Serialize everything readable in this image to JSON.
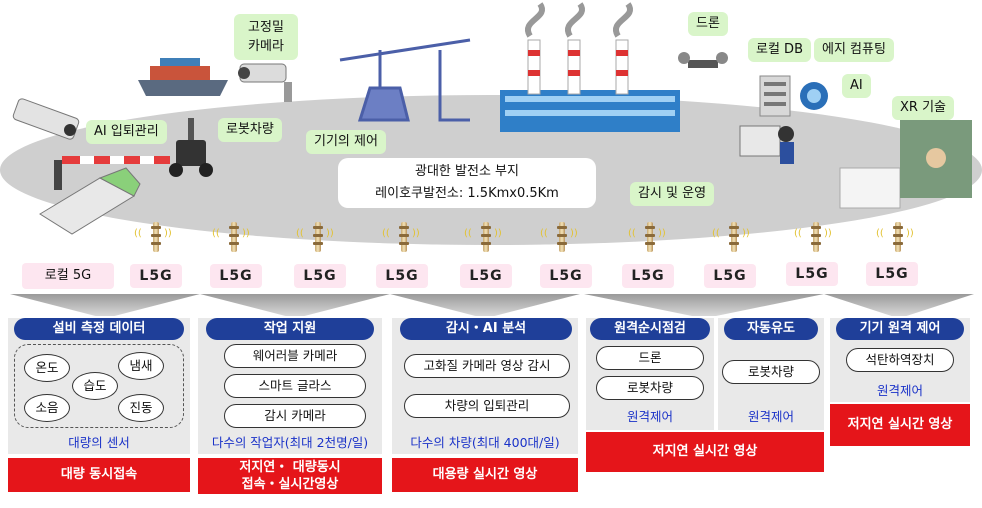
{
  "site": {
    "labels": {
      "camera": "고정밀\n카메라",
      "ai_access": "AI 입퇴관리",
      "robot": "로봇차량",
      "equipment": "기기의 제어",
      "drone": "드론",
      "local_db": "로컬 DB",
      "edge": "에지 컴퓨팅",
      "ai": "AI",
      "xr": "XR 기술",
      "monitor": "감시 및 운영"
    },
    "center": {
      "line1": "광대한 발전소 부지",
      "line2": "레이호쿠발전소: 1.5Kmx0.5Km"
    }
  },
  "network": {
    "local5g": "로컬 5G",
    "l5g": "L5G"
  },
  "categories": {
    "sensor": {
      "title": "설비 측정 데이터",
      "items": [
        "온도",
        "냄새",
        "습도",
        "소음",
        "진동"
      ],
      "note": "대량의 센서",
      "requirement": "대량 동시접속"
    },
    "work": {
      "title": "작업 지원",
      "items": [
        "웨어러블 카메라",
        "스마트 글라스",
        "감시 카메라"
      ],
      "note": "다수의 작업자(최대 2천명/일)",
      "requirement_line1": "저지연・ 대량동시",
      "requirement_line2": "접속・실시간영상"
    },
    "monitoring": {
      "title": "감시・AI 분석",
      "items": [
        "고화질 카메라 영상 감시",
        "차량의 입퇴관리"
      ],
      "note": "다수의 차량(최대 400대/일)",
      "requirement": "대용량 실시간 영상"
    },
    "inspection": {
      "title": "원격순시점검",
      "items": [
        "드론",
        "로봇차량"
      ],
      "note": "원격제어"
    },
    "guidance": {
      "title": "자동유도",
      "items": [
        "로봇차량"
      ],
      "note": "원격제어"
    },
    "shared_requirement": "저지연 실시간 영상",
    "remote": {
      "title": "기기 원격 제어",
      "items": [
        "석탄하역장치"
      ],
      "note": "원격제어",
      "requirement": "저지연 실시간 영상"
    }
  }
}
